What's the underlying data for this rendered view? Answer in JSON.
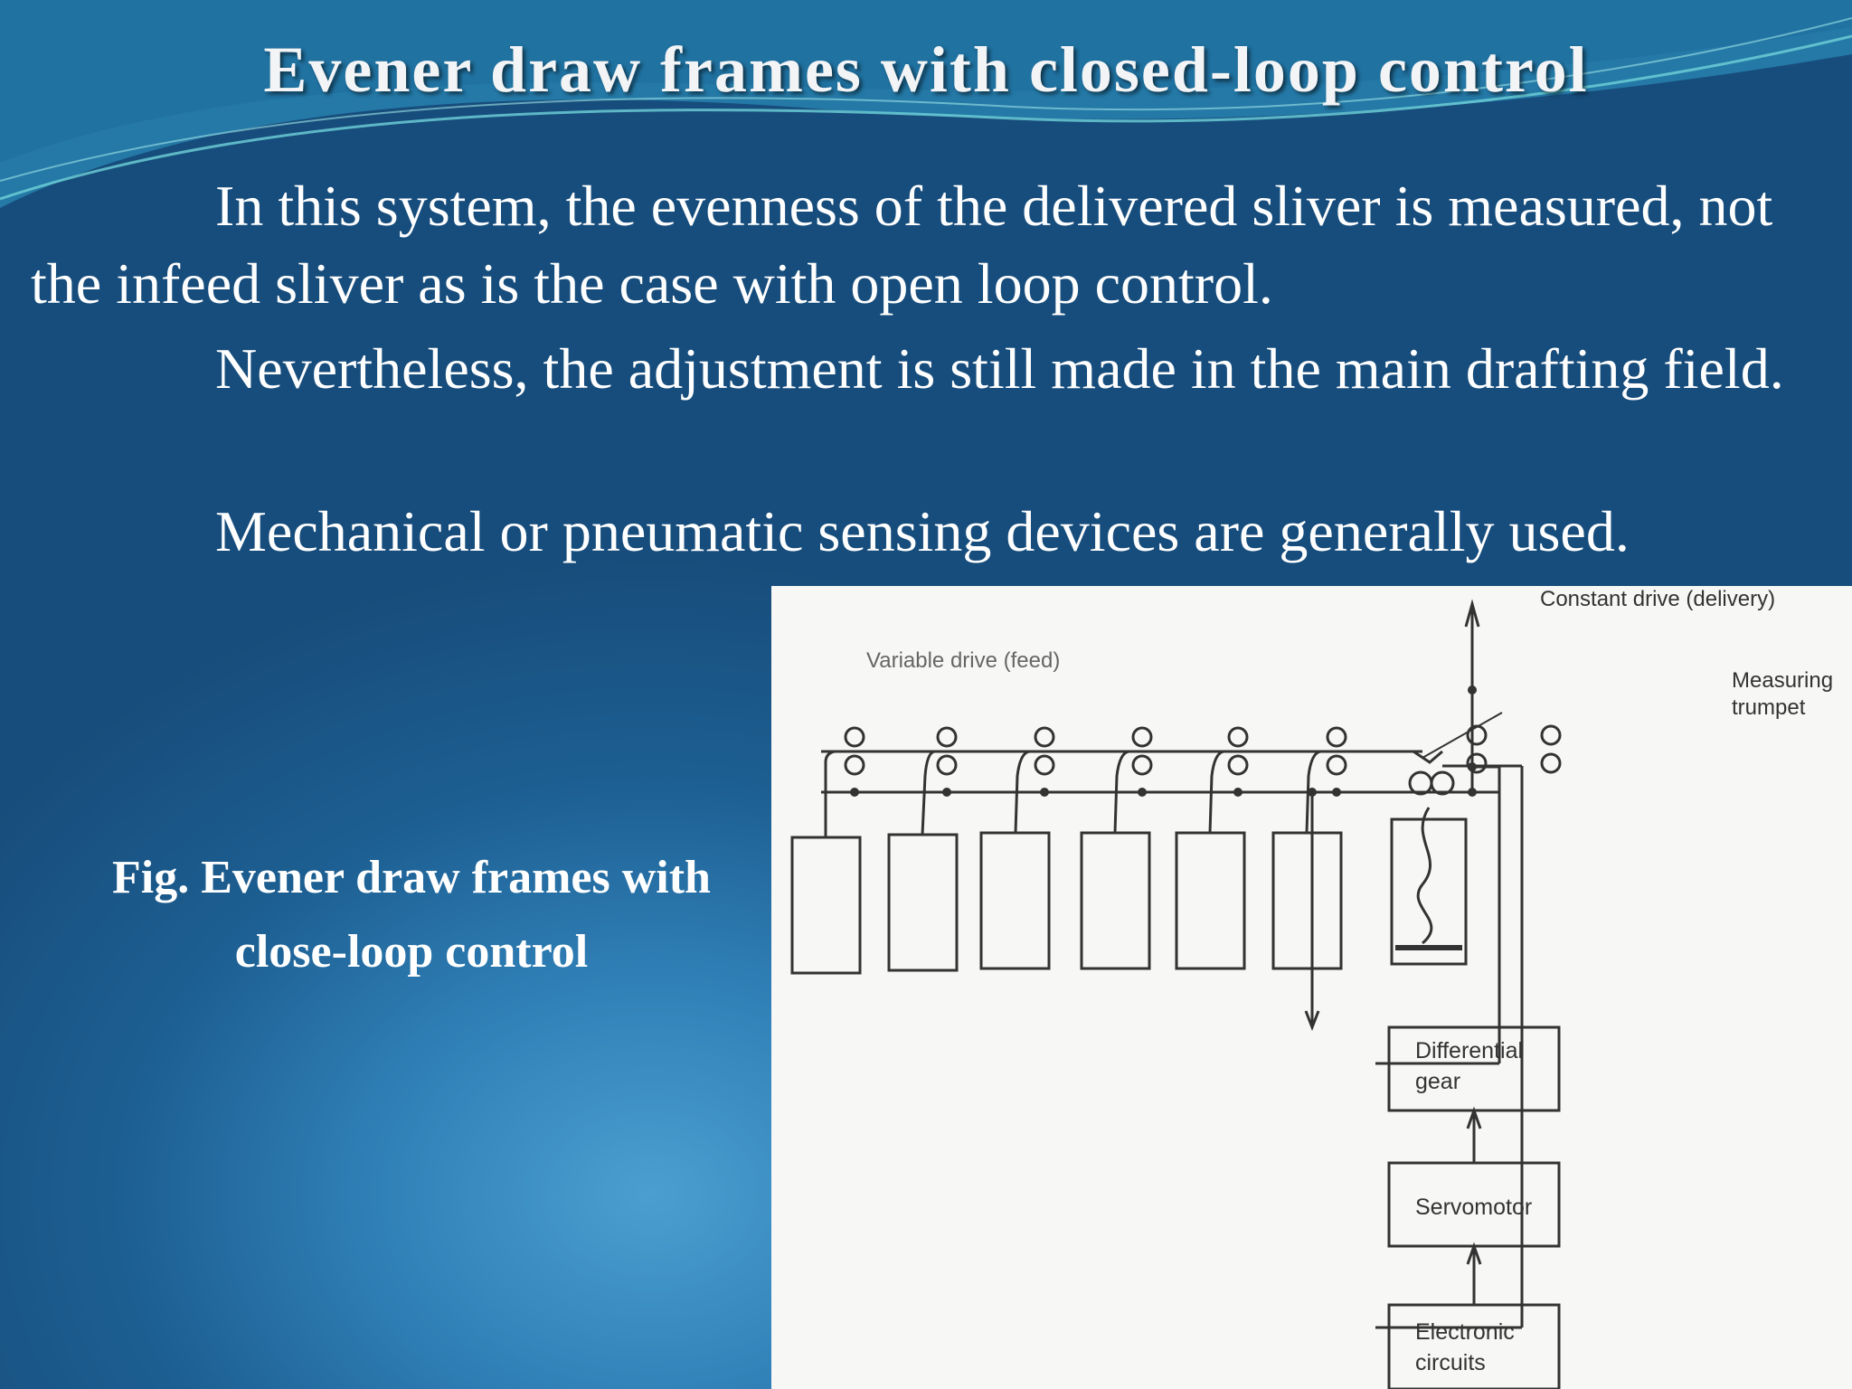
{
  "slide": {
    "title": "Evener draw frames with closed-loop control",
    "paragraphs": [
      "In this system, the evenness of the delivered sliver is measured, not the infeed sliver as is the case with open loop control.",
      "Nevertheless, the adjustment is still made in the main drafting field.",
      "Mechanical or pneumatic sensing devices are generally used."
    ],
    "caption_line1": "Fig. Evener draw frames with",
    "caption_line2": "close-loop control"
  },
  "diagram": {
    "constant_drive": "Constant drive (delivery)",
    "variable_drive": "Variable drive (feed)",
    "measuring_trumpet": "Measuring trumpet",
    "differential_gear_line1": "Differential",
    "differential_gear_line2": "gear",
    "servomotor": "Servomotor",
    "electronic_circuits_line1": "Electronic",
    "electronic_circuits_line2": "circuits"
  },
  "colors": {
    "background": "#1b5888",
    "text": "#ffffff",
    "diagram_bg": "#f7f7f5",
    "diagram_line": "#333333"
  }
}
